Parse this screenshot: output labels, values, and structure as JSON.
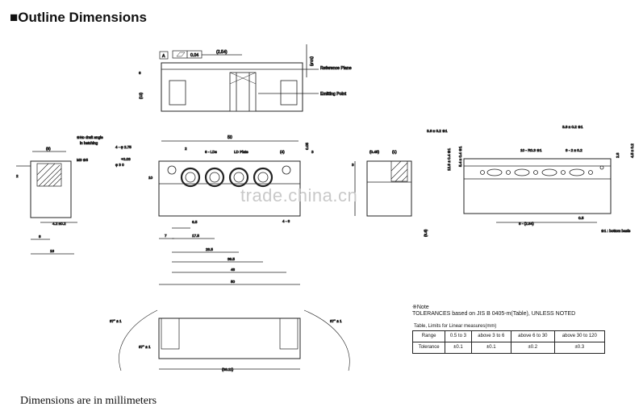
{
  "title": "Outline Dimensions",
  "footer": "Dimensions are in millimeters",
  "watermark": "trade.china.cn",
  "top_view": {
    "datum": "A",
    "flatness": "0.04",
    "pitch": "(2.54)",
    "height": "(10.8)",
    "dim_6": "6",
    "dim_12": "(12)",
    "reference_plane": "Reference Plane",
    "emitting_point": "Emitting Point"
  },
  "side_view": {
    "draft_note_1": "※No draft angle",
    "draft_note_2": "in hatching",
    "dim_4_phi": "4 - φ 2.75",
    "tol_plus": "+0.03",
    "dim_phi3": "φ 3 0",
    "m3": "M3 ※5",
    "dim_s": "(8)",
    "dim_42": "4.2 ±0.2",
    "dim_8": "8",
    "dim_16": "16",
    "dim_2": "2"
  },
  "front_view": {
    "dim_50": "50",
    "dim_2": "2",
    "ld_label": "6 - LDs",
    "plate_label": "LD Plate",
    "dim_4": "(4)",
    "dim_005": "0.05",
    "dim_3": "3",
    "dim_10": "10",
    "dim_45": "4 - 6",
    "dim_65": "6.5",
    "dim_7": "7",
    "dim_175": "17.5",
    "dim_285": "28.5",
    "dim_395": "39.5",
    "dim_46": "46",
    "dim_50b": "50"
  },
  "end_view": {
    "dim_045": "(0.45)",
    "dim_1": "(1)",
    "dim_3": "3",
    "dim_8": "(8.6)"
  },
  "bottom_view": {
    "dim_left_top": "3.8 ± 0.2 ※1",
    "dim_right_top": "3.8 ± 0.2 ※1",
    "dim_v1": "12.8 ± 0.4 ※1",
    "dim_v2": "5.4 ± 0.4 ※1",
    "holes": "10 - R0.3 ※1",
    "slots": "8 - 2 ± 0.2",
    "dim_28": "2.8",
    "dim_45": "4.5 ± 0.2",
    "pitch": "8 - (2.54)",
    "dim_05": "0.5",
    "footnote": "※1 : bottom basis"
  },
  "lower_view": {
    "angle_left": "87° ± 1",
    "angle_left2": "87° ± 1",
    "angle_right": "87° ± 1",
    "width": "(38.11)"
  },
  "notes": {
    "heading": "※Note",
    "tolerance_line": "TOLERANCES based on JIS B 0405-m(Table), UNLESS NOTED",
    "table_title": "Table, Limits for Linear measures(mm)",
    "table": {
      "rows": [
        [
          "Range",
          "0.5 to 3",
          "above 3 to 6",
          "above 6 to 30",
          "above 30 to 120"
        ],
        [
          "Tolerance",
          "±0.1",
          "±0.1",
          "±0.2",
          "±0.3"
        ]
      ]
    }
  }
}
